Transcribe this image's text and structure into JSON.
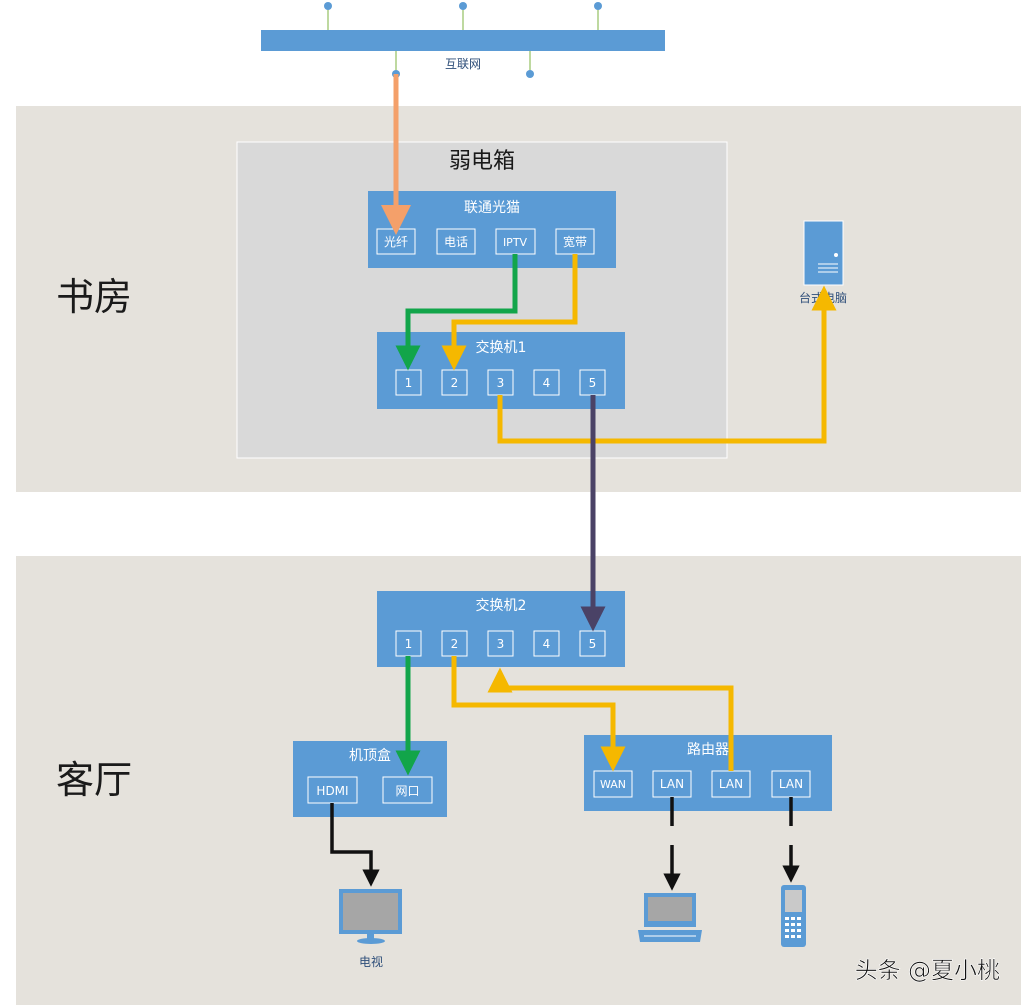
{
  "internet": {
    "label": "互联网"
  },
  "rooms": {
    "study": "书房",
    "living": "客厅"
  },
  "weak_box": {
    "title": "弱电箱"
  },
  "modem": {
    "title": "联通光猫",
    "ports": [
      "光纤",
      "电话",
      "IPTV",
      "宽带"
    ]
  },
  "switch1": {
    "title": "交换机1",
    "ports": [
      "1",
      "2",
      "3",
      "4",
      "5"
    ]
  },
  "switch2": {
    "title": "交换机2",
    "ports": [
      "1",
      "2",
      "3",
      "4",
      "5"
    ]
  },
  "desktop": {
    "label": "台式电脑"
  },
  "stb": {
    "title": "机顶盒",
    "ports": [
      "HDMI",
      "网口"
    ]
  },
  "router": {
    "title": "路由器",
    "ports": [
      "WAN",
      "LAN",
      "LAN",
      "LAN"
    ]
  },
  "tv": {
    "label": "电视"
  },
  "watermark": "头条 @夏小桃",
  "colors": {
    "room_bg": "#e5e2dc",
    "box_bg": "#d9d9d9",
    "device_blue": "#5b9bd5",
    "fiber": "#f4a06a",
    "iptv": "#12a54a",
    "broadband": "#f5b800",
    "trunk": "#4a4266",
    "device_link": "#111111"
  }
}
